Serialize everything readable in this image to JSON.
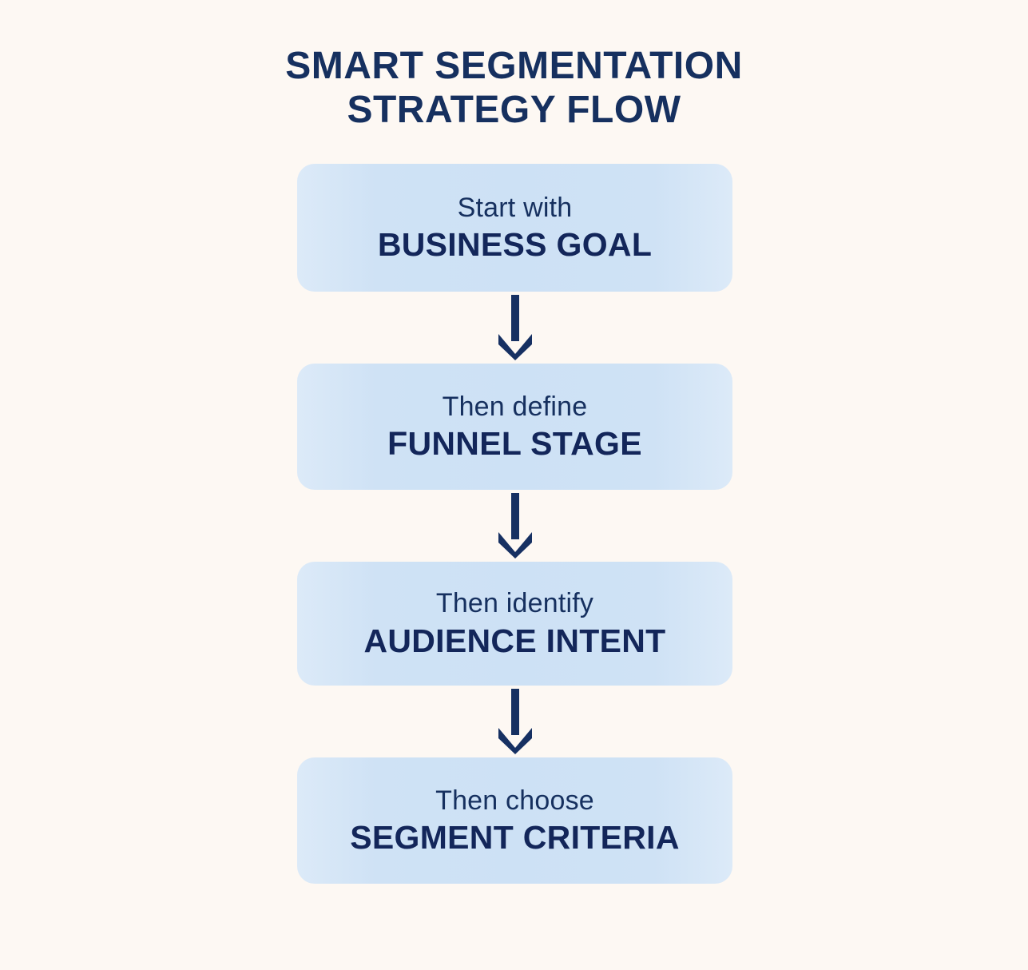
{
  "title": {
    "line1": "SMART SEGMENTATION",
    "line2": "STRATEGY FLOW"
  },
  "colors": {
    "background": "#FDF8F3",
    "box_fill": "#CFE2F5",
    "navy_text": "#16305F",
    "navy_bold": "#13265A",
    "arrow": "#163062"
  },
  "flow": {
    "steps": [
      {
        "prefix": "Start with",
        "title": "BUSINESS GOAL"
      },
      {
        "prefix": "Then define",
        "title": "FUNNEL STAGE"
      },
      {
        "prefix": "Then identify",
        "title": "AUDIENCE INTENT"
      },
      {
        "prefix": "Then choose",
        "title": "SEGMENT CRITERIA"
      }
    ],
    "connectors": [
      {
        "icon": "down-arrow-icon"
      },
      {
        "icon": "down-arrow-icon"
      },
      {
        "icon": "down-arrow-icon"
      }
    ]
  }
}
